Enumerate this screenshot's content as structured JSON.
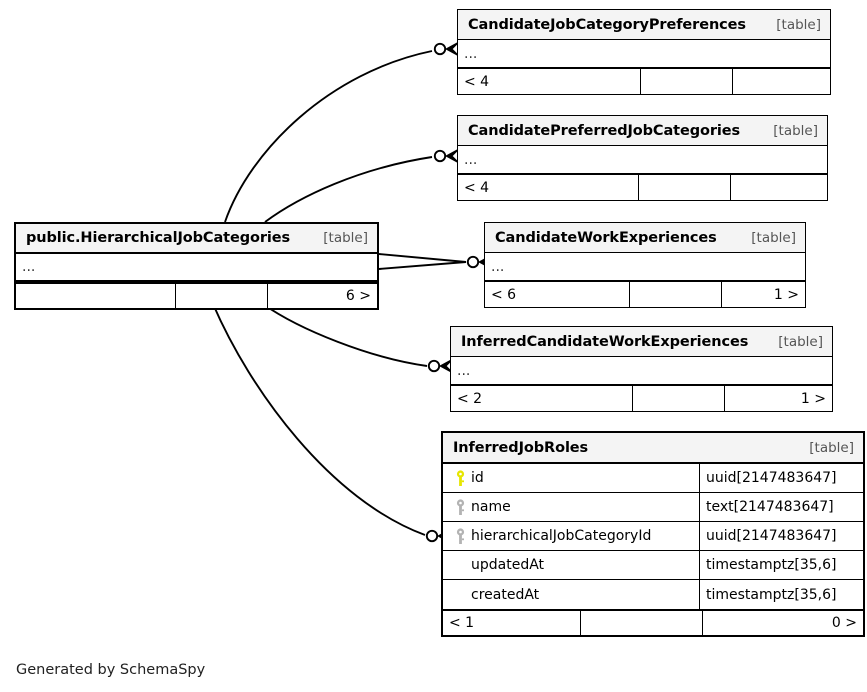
{
  "diagram": {
    "footer_credit": "Generated by SchemaSpy",
    "table_kind_label": "[table]",
    "ellipsis": "...",
    "colors": {
      "primary_key": "#e6e600",
      "secondary_key": "#b3b3b3",
      "border": "#000000",
      "header_fill": "#f4f4f4",
      "background": "#ffffff"
    }
  },
  "entities": [
    {
      "id": "candidate-job-category-preferences",
      "name": "CandidateJobCategoryPreferences",
      "kind": "[table]",
      "collapsed": true,
      "ellipsis": "...",
      "counters": {
        "left": "< 4",
        "middle": "",
        "right": ""
      },
      "columns": []
    },
    {
      "id": "candidate-preferred-job-categories",
      "name": "CandidatePreferredJobCategories",
      "kind": "[table]",
      "collapsed": true,
      "ellipsis": "...",
      "counters": {
        "left": "< 4",
        "middle": "",
        "right": ""
      },
      "columns": []
    },
    {
      "id": "hierarchical-job-categories",
      "name": "public.HierarchicalJobCategories",
      "kind": "[table]",
      "collapsed": true,
      "focal": true,
      "ellipsis": "...",
      "counters": {
        "left": "",
        "middle": "",
        "right": "6 >"
      },
      "columns": []
    },
    {
      "id": "candidate-work-experiences",
      "name": "CandidateWorkExperiences",
      "kind": "[table]",
      "collapsed": true,
      "ellipsis": "...",
      "counters": {
        "left": "< 6",
        "middle": "",
        "right": "1 >"
      },
      "columns": []
    },
    {
      "id": "inferred-candidate-work-experiences",
      "name": "InferredCandidateWorkExperiences",
      "kind": "[table]",
      "collapsed": true,
      "ellipsis": "...",
      "counters": {
        "left": "< 2",
        "middle": "",
        "right": "1 >"
      },
      "columns": []
    },
    {
      "id": "inferred-job-roles",
      "name": "InferredJobRoles",
      "kind": "[table]",
      "collapsed": false,
      "counters": {
        "left": "< 1",
        "middle": "",
        "right": "0 >"
      },
      "columns": [
        {
          "name": "id",
          "type": "uuid[2147483647]",
          "key": "primary"
        },
        {
          "name": "name",
          "type": "text[2147483647]",
          "key": "secondary"
        },
        {
          "name": "hierarchicalJobCategoryId",
          "type": "uuid[2147483647]",
          "key": "secondary"
        },
        {
          "name": "updatedAt",
          "type": "timestamptz[35,6]",
          "key": "none"
        },
        {
          "name": "createdAt",
          "type": "timestamptz[35,6]",
          "key": "none"
        }
      ]
    }
  ],
  "relationships": [
    {
      "from": "hierarchical-job-categories",
      "to": "candidate-job-category-preferences",
      "cardinality": "zero-or-many"
    },
    {
      "from": "hierarchical-job-categories",
      "to": "candidate-preferred-job-categories",
      "cardinality": "zero-or-many"
    },
    {
      "from": "hierarchical-job-categories",
      "to": "candidate-work-experiences",
      "cardinality": "zero-or-many"
    },
    {
      "from": "hierarchical-job-categories",
      "to": "candidate-work-experiences",
      "cardinality": "zero-or-many"
    },
    {
      "from": "hierarchical-job-categories",
      "to": "inferred-candidate-work-experiences",
      "cardinality": "zero-or-many"
    },
    {
      "from": "hierarchical-job-categories",
      "to": "inferred-job-roles",
      "cardinality": "zero-or-many"
    }
  ]
}
